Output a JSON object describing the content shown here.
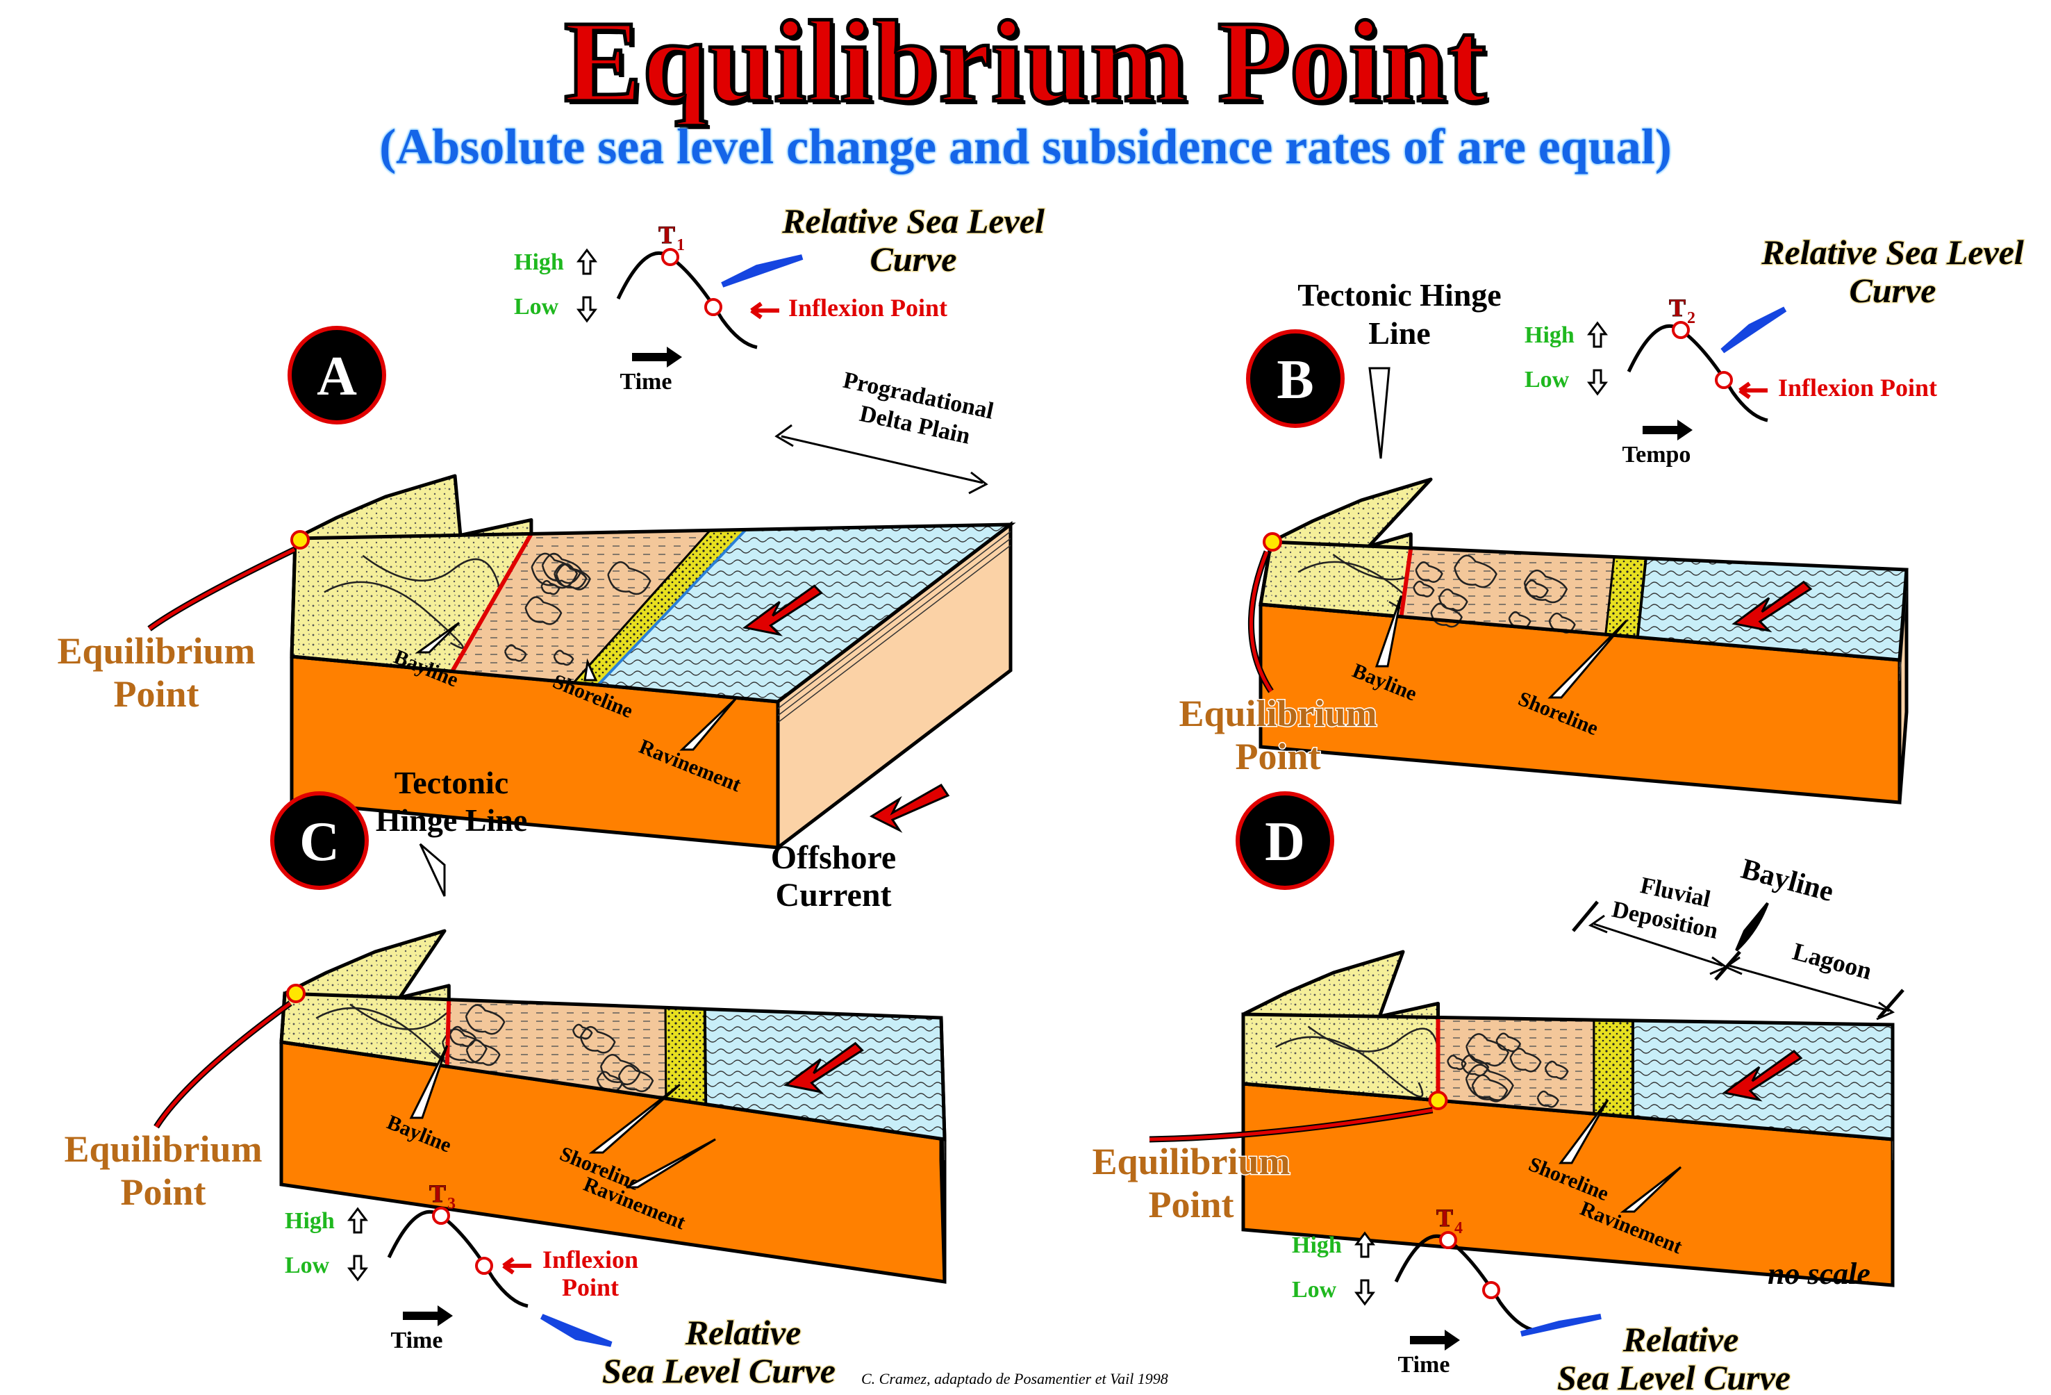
{
  "title": "Equilibrium Point",
  "subtitle": "(Absolute sea level change and subsidence rates of are equal)",
  "panels": [
    {
      "letter": "A",
      "time_label": "T",
      "time_sub": "1",
      "time_axis": "Time",
      "high": "High",
      "low": "Low",
      "rsl_curve_line1": "Relative Sea Level",
      "rsl_curve_line2": "Curve",
      "inflexion": "Inflexion Point",
      "eq_line1": "Equilibrium",
      "eq_line2": "Point",
      "progradational_line1": "Progradational",
      "progradational_line2": "Delta Plain",
      "bayline": "Bayline",
      "shoreline": "Shoreline",
      "ravinement": "Ravinement"
    },
    {
      "letter": "B",
      "time_label": "T",
      "time_sub": "2",
      "time_axis": "Tempo",
      "high": "High",
      "low": "Low",
      "rsl_curve_line1": "Relative Sea Level",
      "rsl_curve_line2": "Curve",
      "inflexion": "Inflexion Point",
      "hinge_line1": "Tectonic Hinge",
      "hinge_line2": "Line",
      "eq_line1": "Equilibrium",
      "eq_line2": "Point",
      "bayline": "Bayline",
      "shoreline": "Shoreline"
    },
    {
      "letter": "C",
      "time_label": "T",
      "time_sub": "3",
      "time_axis": "Time",
      "high": "High",
      "low": "Low",
      "rsl_curve_line1": "Relative",
      "rsl_curve_line2": "Sea Level Curve",
      "inflexion_line1": "Inflexion",
      "inflexion_line2": "Point",
      "hinge_line1": "Tectonic",
      "hinge_line2": "Hinge Line",
      "eq_line1": "Equilibrium",
      "eq_line2": "Point",
      "bayline": "Bayline",
      "shoreline": "Shoreline",
      "ravinement": "Ravinement"
    },
    {
      "letter": "D",
      "time_label": "T",
      "time_sub": "4",
      "time_axis": "Time",
      "high": "High",
      "low": "Low",
      "rsl_curve_line1": "Relative",
      "rsl_curve_line2": "Sea Level Curve",
      "eq_line1": "Equilibrium",
      "eq_line2": "Point",
      "fluvial_line1": "Fluvial",
      "fluvial_line2": "Deposition",
      "bayline_top": "Bayline",
      "lagoon": "Lagoon",
      "shoreline": "Shoreline",
      "ravinement": "Ravinement"
    }
  ],
  "offshore_line1": "Offshore",
  "offshore_line2": "Current",
  "no_scale": "no scale",
  "credit": "C. Cramez, adaptado de Posamentier et Vail 1998",
  "colors": {
    "land": "#f5ef9a",
    "plain": "#f3c79a",
    "sea": "#c8eef8",
    "block": "#ff8000",
    "ochre": "#b86a18",
    "green": "#1fb81f",
    "red": "#e00000",
    "blue": "#1545e0"
  }
}
